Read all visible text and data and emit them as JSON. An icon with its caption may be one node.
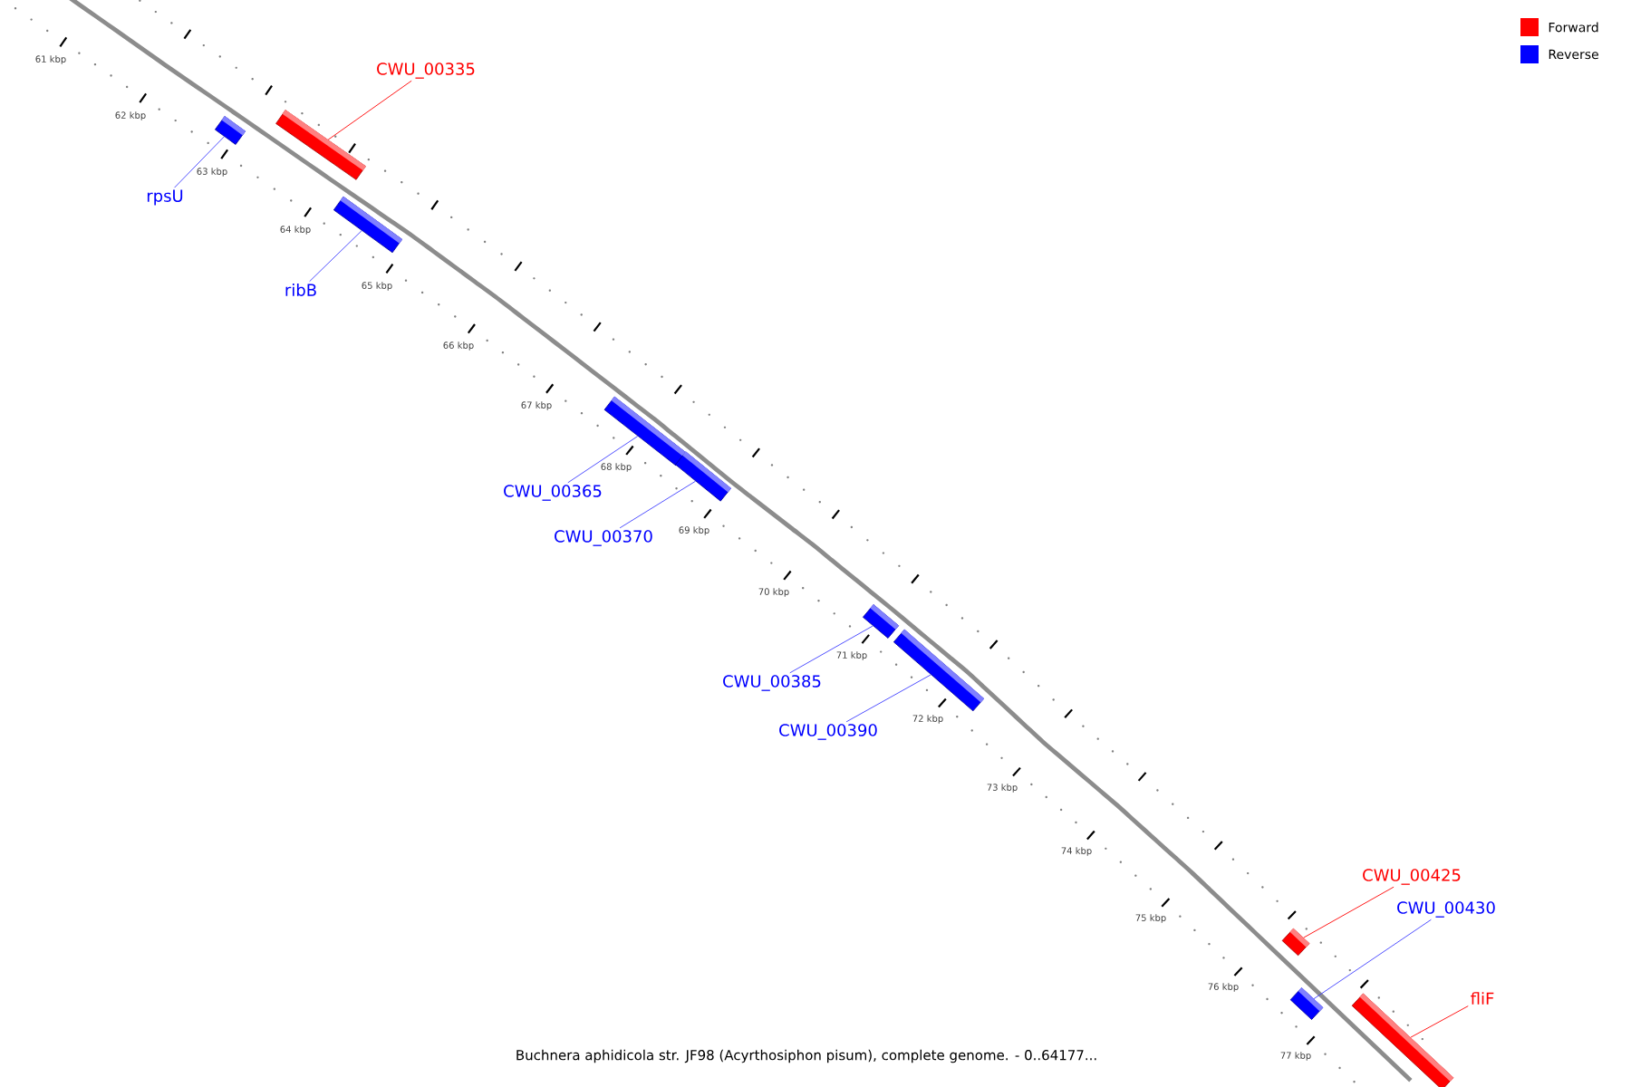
{
  "diagram": {
    "caption": "Buchnera aphidicola str. JF98 (Acyrthosiphon pisum), complete genome. - 0..64177...",
    "nodes": [
      {
        "text": [
          "CWU_00335"
        ]
      },
      {
        "text": [],
        "shape": "box"
      },
      {
        "text": [
          "rpsU"
        ]
      },
      {
        "text": [],
        "shape": "box"
      },
      {
        "text": [
          "ribB"
        ]
      },
      {
        "text": [],
        "shape": "box"
      },
      {
        "text": [
          "CWU_00365"
        ]
      },
      {
        "text": [],
        "shape": "box"
      },
      {
        "text": [
          "CWU_00370"
        ]
      },
      {
        "text": [],
        "shape": "box"
      },
      {
        "text": [
          "CWU_00385"
        ]
      },
      {
        "text": [],
        "shape": "box"
      },
      {
        "text": [
          "CWU_00390"
        ]
      },
      {
        "text": [],
        "shape": "box"
      },
      {
        "text": [
          "CWU_00425"
        ]
      },
      {
        "text": [],
        "shape": "box"
      },
      {
        "text": [
          "CWU_00430"
        ]
      },
      {
        "text": [],
        "shape": "box"
      },
      {
        "text": [
          "fliF"
        ]
      },
      {
        "text": [],
        "shape": "box"
      }
    ],
    "edges": [
      {
        "from": 0,
        "to": 1,
        "arrow": "none",
        "color": "#ff0000"
      },
      {
        "from": 2,
        "to": 3,
        "arrow": "none"
      },
      {
        "from": 4,
        "to": 5,
        "arrow": "none"
      },
      {
        "from": 6,
        "to": 7,
        "arrow": "none"
      },
      {
        "from": 8,
        "to": 9,
        "arrow": "none"
      },
      {
        "from": 10,
        "to": 11,
        "arrow": "none"
      },
      {
        "from": 12,
        "to": 13,
        "arrow": "none"
      },
      {
        "from": 14,
        "to": 15,
        "arrow": "none",
        "color": "#ff0000"
      },
      {
        "from": 16,
        "to": 17,
        "arrow": "none"
      },
      {
        "from": 18,
        "to": 19,
        "arrow": "none",
        "color": "#ff0000"
      }
    ],
    "labels": [
      "61 kbp",
      "62 kbp",
      "63 kbp",
      "64 kbp",
      "65 kbp",
      "66 kbp",
      "67 kbp",
      "68 kbp",
      "69 kbp",
      "70 kbp",
      "71 kbp",
      "72 kbp",
      "73 kbp",
      "74 kbp",
      "75 kbp",
      "76 kbp",
      "77 kbp"
    ],
    "legend": [
      {
        "text": "Forward",
        "color": "#ff0000"
      },
      {
        "text": "Reverse",
        "color": "#0000ff"
      }
    ]
  }
}
